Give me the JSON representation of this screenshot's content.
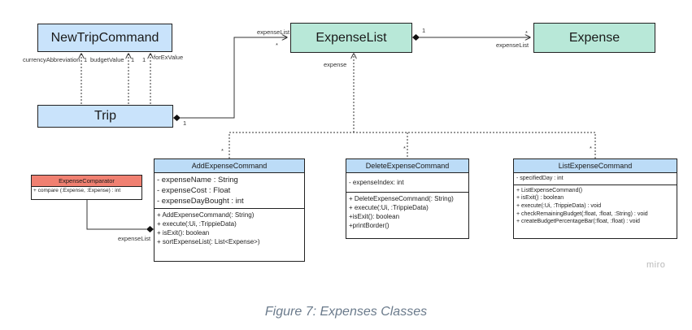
{
  "boxes": {
    "new_trip_command": "NewTripCommand",
    "trip": "Trip",
    "expense_list": "ExpenseList",
    "expense": "Expense"
  },
  "classes": {
    "add_expense_command": {
      "title": "AddExpenseCommand",
      "attributes": [
        "- expenseName : String",
        "- expenseCost : Float",
        "- expenseDayBought : int"
      ],
      "methods": [
        "+ AddExpenseCommand(: String)",
        "+ execute(:Ui, :TrippieData)",
        "+ isExit(): boolean",
        "+ sortExpenseList(: List<Expense>)"
      ]
    },
    "delete_expense_command": {
      "title": "DeleteExpenseCommand",
      "attributes": [
        "- expenseIndex: int"
      ],
      "methods": [
        "+ DeleteExpenseCommand(: String)",
        "+ execute(:Ui, :TrippieData)",
        "+isExit(): boolean",
        "+printBorder()"
      ]
    },
    "list_expense_command": {
      "title": "ListExpenseCommand",
      "attributes": [
        "- specifiedDay : int"
      ],
      "methods": [
        "+ ListExpenseCommand()",
        "+ isExit() : boolean",
        "+ execute(:Ui, :TrippieData) : void",
        "+ checkRemainingBudget(:float, :float, :String) : void",
        "+ createBudgetPercentageBar(:float, :float) : void"
      ]
    },
    "expense_comparator": {
      "title": "ExpenseComparator",
      "methods": [
        "+ compare (:Expense, :Expense) : int"
      ]
    }
  },
  "labels": {
    "currency_abbreviation": "currencyAbbreviation",
    "currency_mult": "1",
    "budget_value": "budgetValue",
    "budget_mult": "1",
    "for_ex_value": "forExValue",
    "for_ex_mult": "1",
    "trip_expense_list": "expenseList",
    "trip_expense_list_mult": "*",
    "trip_mult": "1",
    "expense_list_one": "1",
    "expense_star": "*",
    "expense_list_role": "expenseList",
    "expense_role": "expense",
    "add_star": "*",
    "delete_star": "*",
    "list_star": "*",
    "comparator_role": "expenseList"
  },
  "watermark": "miro",
  "caption": "Figure 7: Expenses Classes"
}
